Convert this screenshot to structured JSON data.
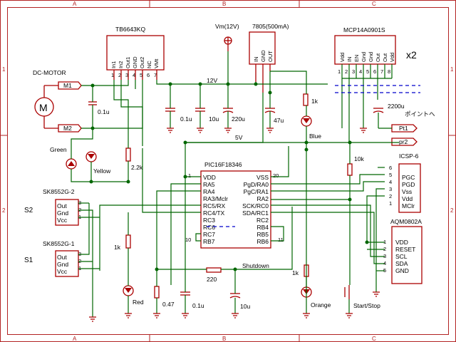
{
  "frame": {
    "col_labels": [
      "A",
      "B",
      "C"
    ],
    "row_labels": [
      "1",
      "2"
    ]
  },
  "parts": {
    "driver": {
      "name": "TB6643KQ",
      "pins": [
        "In1",
        "In2",
        "Out1",
        "GND",
        "Out2",
        "NC",
        "VMt"
      ],
      "pin_nums": [
        "1",
        "2",
        "3",
        "4",
        "5",
        "6",
        "7"
      ]
    },
    "vm": {
      "label": "Vm(12V)"
    },
    "reg": {
      "name": "7805(500mA)",
      "pins": [
        "IN",
        "GND",
        "OUT"
      ]
    },
    "mosfet": {
      "name": "MCP14A0901S",
      "pins": [
        "Vdd",
        "IN",
        "EN",
        "Gnd",
        "Gnd",
        "Out",
        "Out",
        "Vdd"
      ],
      "pin_nums": [
        "1",
        "2",
        "3",
        "4",
        "5",
        "6",
        "7",
        "8"
      ],
      "mult": "x2"
    },
    "motor": {
      "title": "DC-MOTOR",
      "glyph": "M",
      "m1": "M1",
      "m2": "M2"
    },
    "c_motor": "0.1u",
    "rail_12v": "12V",
    "rail_5v": "5V",
    "c12_1": "0.1u",
    "c12_2": "10u",
    "c12_3": "220u",
    "c5_1": "47u",
    "c2200": "2200u",
    "r_blue": "1k",
    "led_blue": "Blue",
    "pointer": "ポイントへ",
    "pt1": "Pt1",
    "pr2": "pr2",
    "r10k": "10k",
    "led_green": "Green",
    "led_yellow": "Yellow",
    "r22k": "2.2k",
    "mcu": {
      "name": "PIC16F18346",
      "left": [
        "VDD",
        "RA5",
        "RA4",
        "RA3/Mclr",
        "RC5/RX",
        "RC4/TX",
        "RC3",
        "RC6",
        "RC7",
        "RB7"
      ],
      "left_nums": {
        "VDD": "1",
        "RB7": "10"
      },
      "right": [
        "VSS",
        "PgD/RA0",
        "PgC/RA1",
        "RA2",
        "SCK/RC0",
        "SDA/RC1",
        "RC2",
        "RB4",
        "RB5",
        "RB6"
      ],
      "right_nums": {
        "VSS": "20",
        "RB6": "11"
      }
    },
    "icsp": {
      "name": "ICSP-6",
      "pins": [
        "PGC",
        "PGD",
        "Vss",
        "Vdd",
        "MClr"
      ],
      "nums": [
        "6",
        "5",
        "4",
        "3",
        "2",
        "1"
      ]
    },
    "lcd": {
      "name": "AQM0802A",
      "pins": [
        "VDD",
        "RESET",
        "SCL",
        "SDA",
        "GND"
      ],
      "nums": [
        "1",
        "2",
        "3",
        "4",
        "5"
      ]
    },
    "s2": {
      "part": "SK8552G-2",
      "label": "S2",
      "pins": [
        "Out",
        "Gnd",
        "Vcc"
      ],
      "nums": [
        "3",
        "2",
        "1"
      ]
    },
    "s1": {
      "part": "SK8552G-1",
      "label": "S1",
      "pins": [
        "Out",
        "Gnd",
        "Vcc"
      ],
      "nums": [
        "3",
        "2",
        "1"
      ]
    },
    "r_red": "1k",
    "led_red": "Red",
    "r047": "0.47",
    "c_01b": "0.1u",
    "r220": "220",
    "shutdown": "Shutdown",
    "c_10b": "10u",
    "r_orange": "1k",
    "led_orange": "Orange",
    "sw": "Start/Stop"
  }
}
